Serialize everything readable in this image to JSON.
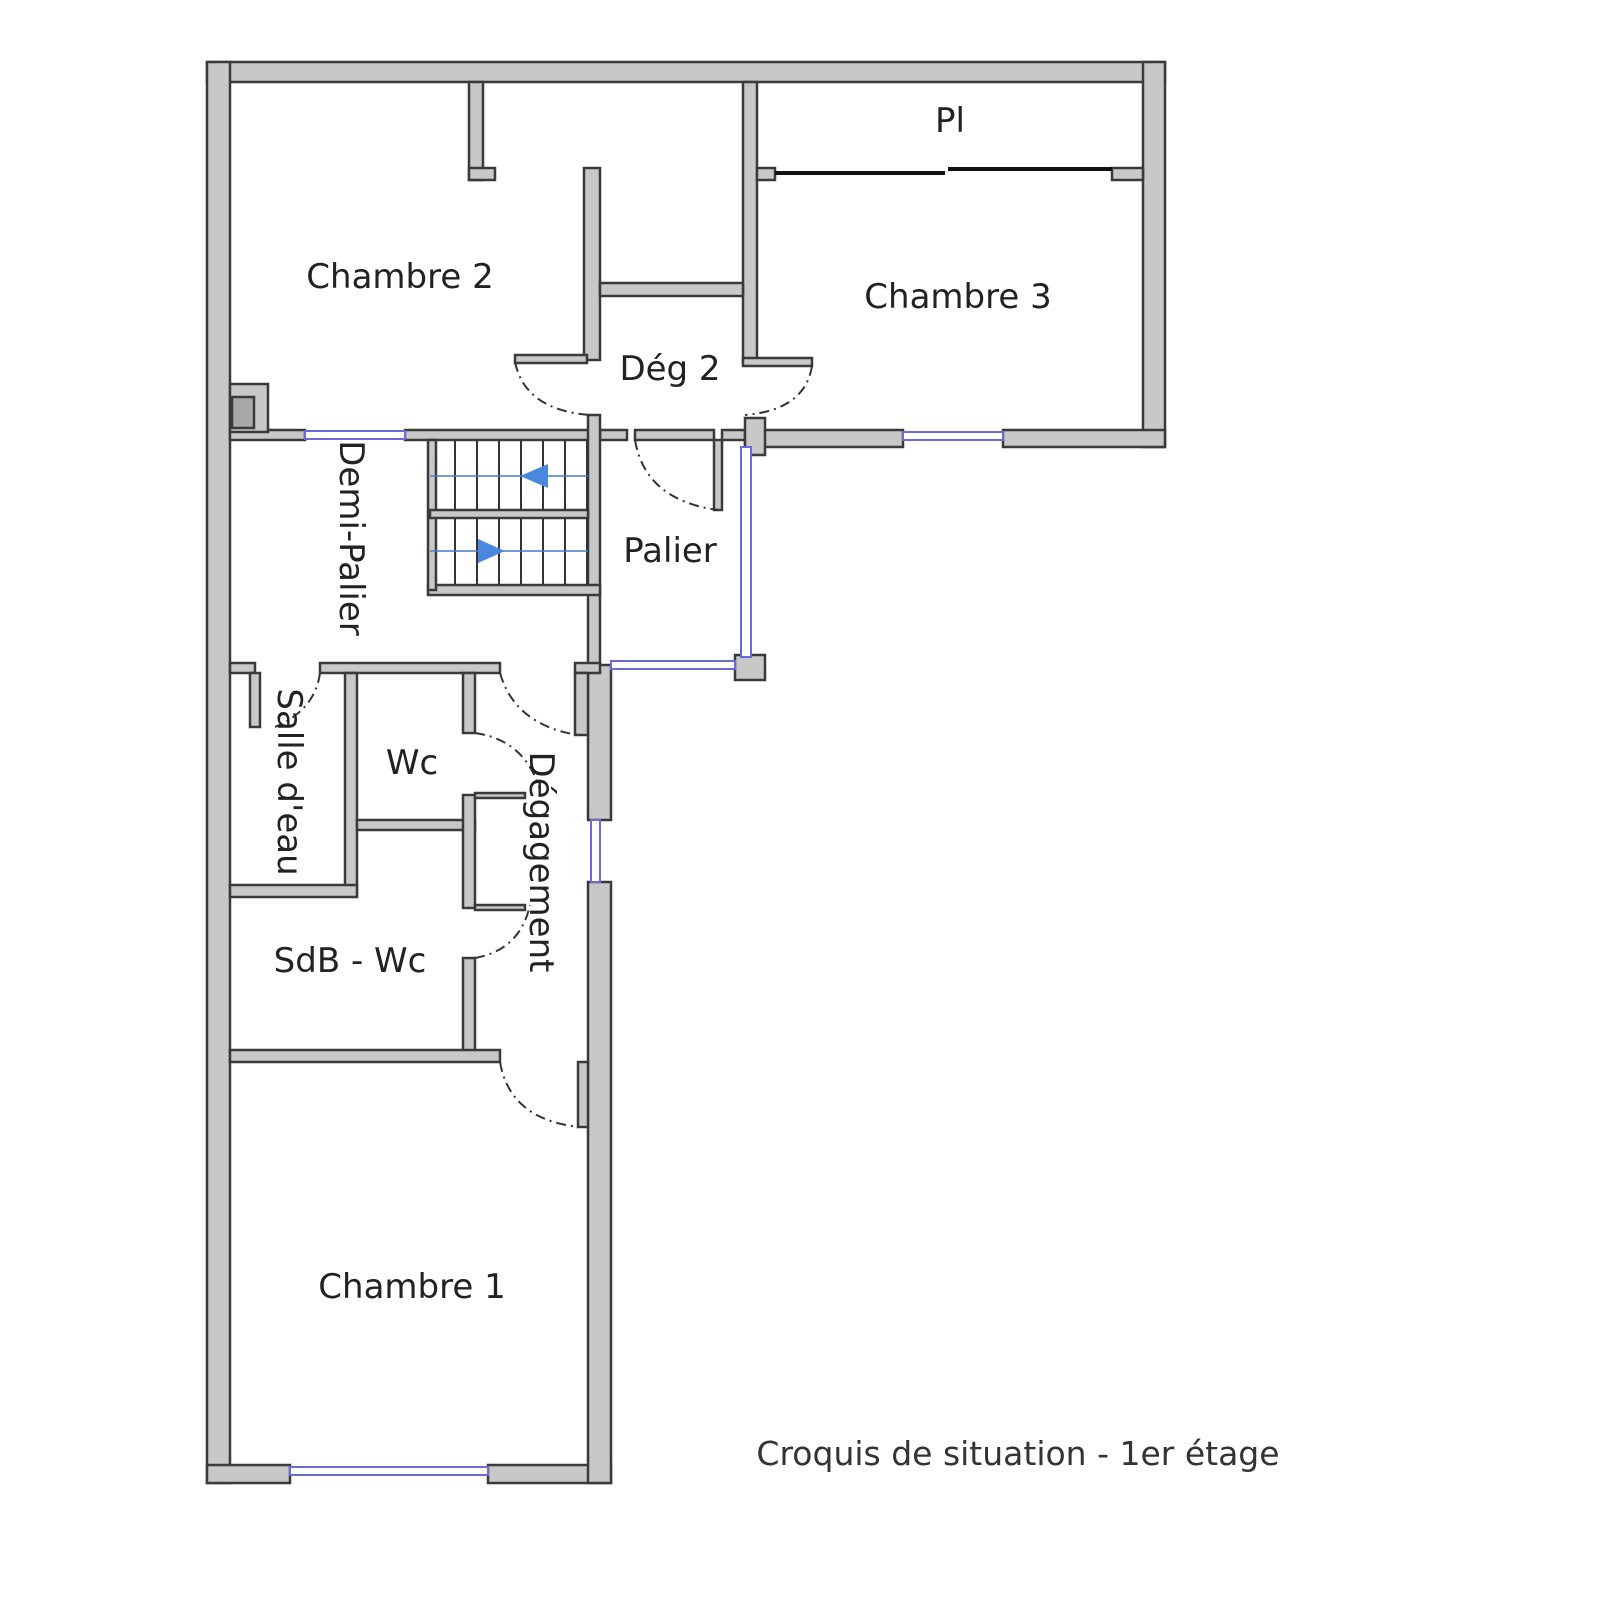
{
  "rooms": {
    "pl": "Pl",
    "chambre2": "Chambre 2",
    "chambre3": "Chambre 3",
    "deg2": "Dég 2",
    "palier": "Palier",
    "demi_palier": "Demi-Palier",
    "salle_eau": "Salle d'eau",
    "wc": "Wc",
    "degagement": "Dégagement",
    "sdb_wc": "SdB - Wc",
    "chambre1": "Chambre 1"
  },
  "caption": "Croquis de situation - 1er étage",
  "colors": {
    "wall": "#c8c8c8",
    "window": "#6a6ad8",
    "stair_arrow": "#4a88e0"
  }
}
